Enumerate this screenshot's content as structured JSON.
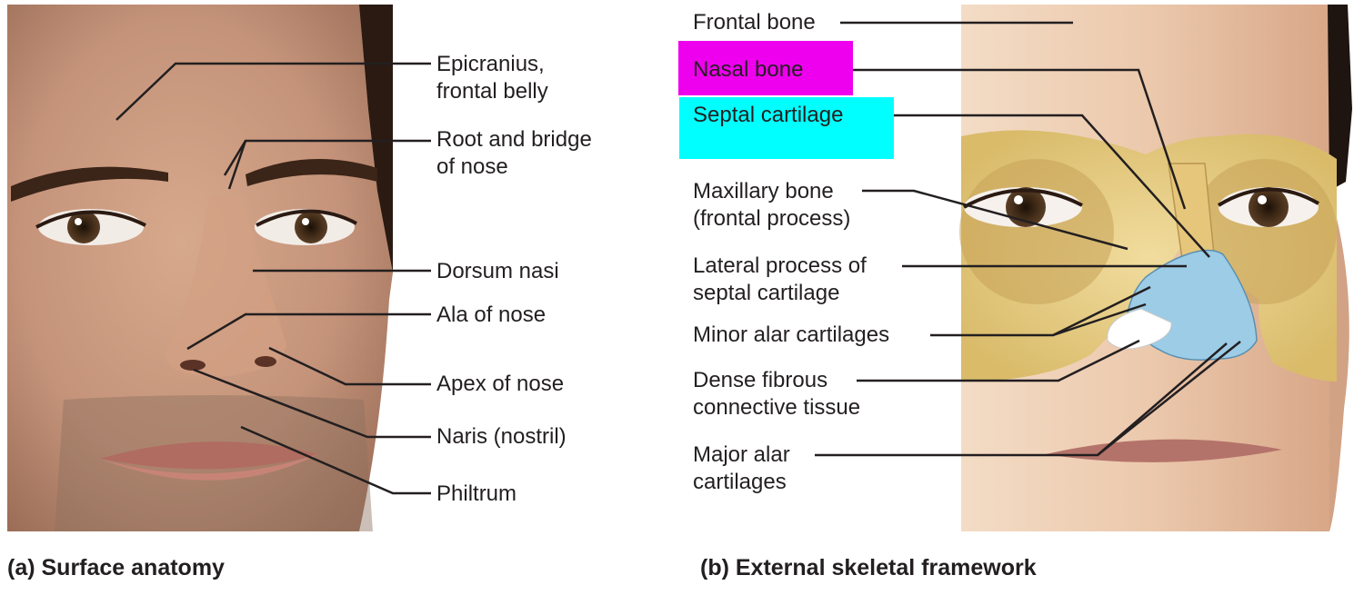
{
  "panel_a": {
    "caption": "(a) Surface anatomy",
    "labels": {
      "epicranius": [
        "Epicranius,",
        "frontal belly"
      ],
      "root_bridge": [
        "Root and bridge",
        "of nose"
      ],
      "dorsum": "Dorsum nasi",
      "ala": "Ala of nose",
      "apex": "Apex of nose",
      "naris": "Naris (nostril)",
      "philtrum": "Philtrum"
    }
  },
  "panel_b": {
    "caption": "(b) External skeletal framework",
    "labels": {
      "frontal_bone": "Frontal bone",
      "nasal_bone": "Nasal bone",
      "septal_cartilage": "Septal cartilage",
      "maxillary": [
        "Maxillary bone",
        "(frontal process)"
      ],
      "lateral_process": [
        "Lateral process of",
        "septal cartilage"
      ],
      "minor_alar": "Minor alar cartilages",
      "dense_fibrous": [
        "Dense fibrous",
        "connective tissue"
      ],
      "major_alar": [
        "Major alar",
        "cartilages"
      ]
    },
    "highlight_colors": {
      "nasal_bone": "#ee00ee",
      "septal_cartilage": "#00ffff"
    }
  },
  "colors": {
    "skin": "#c99a7c",
    "bone": "#ead08a",
    "cartilage": "#9ccce6",
    "leader": "#231f20"
  }
}
